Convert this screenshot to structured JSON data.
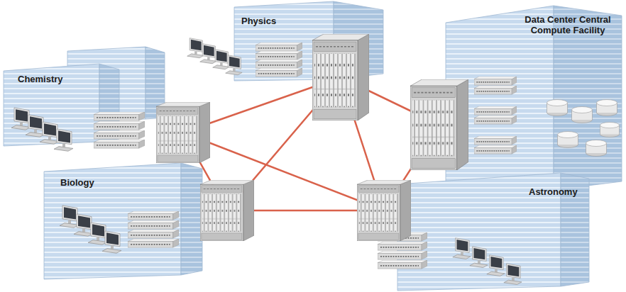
{
  "diagram": {
    "nodes": [
      {
        "text": [
          "Physics"
        ]
      },
      {
        "text": [
          "Data Center Central Compute Facility"
        ]
      },
      {
        "text": [
          "Chemistry"
        ]
      },
      {
        "text": [
          "Biology"
        ]
      },
      {
        "text": [
          "Astronomy"
        ]
      }
    ],
    "edges": [
      {
        "from": 2,
        "to": 0,
        "arrow": "none"
      },
      {
        "from": 2,
        "to": 3,
        "arrow": "none"
      },
      {
        "from": 2,
        "to": 4,
        "arrow": "none"
      },
      {
        "from": 0,
        "to": 1,
        "arrow": "none"
      },
      {
        "from": 0,
        "to": 3,
        "arrow": "none"
      },
      {
        "from": 0,
        "to": 4,
        "arrow": "none"
      },
      {
        "from": 1,
        "to": 4,
        "arrow": "none"
      },
      {
        "from": 3,
        "to": 4,
        "arrow": "none"
      }
    ]
  }
}
